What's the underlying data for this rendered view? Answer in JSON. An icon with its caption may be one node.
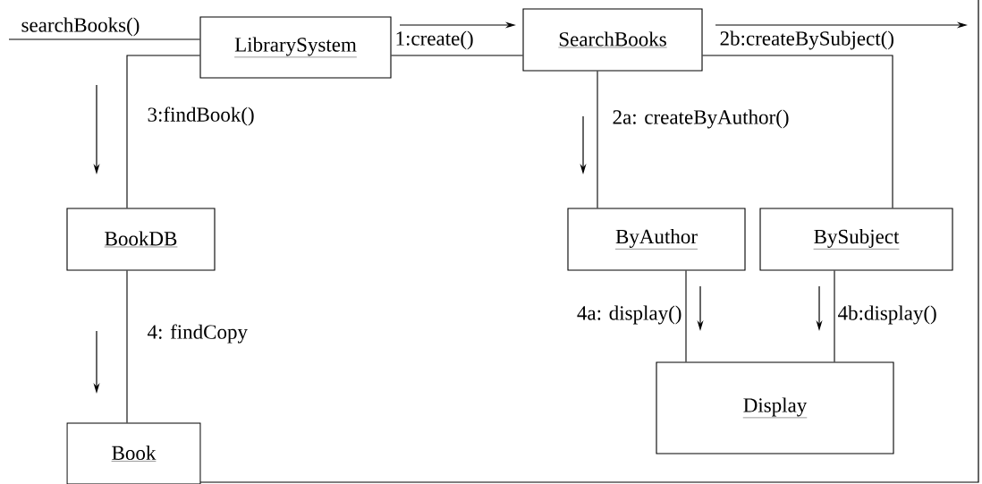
{
  "diagram": {
    "nodes": [
      {
        "text": [
          "LibrarySystem"
        ]
      },
      {
        "text": [
          "SearchBooks"
        ]
      },
      {
        "text": [
          "BookDB"
        ]
      },
      {
        "text": [
          "ByAuthor"
        ]
      },
      {
        "text": [
          "BySubject"
        ]
      },
      {
        "text": [
          "Display"
        ]
      },
      {
        "text": [
          "Book"
        ]
      }
    ],
    "edges": [
      {
        "from": null,
        "to": 0,
        "arrow": "none",
        "label": "searchBooks()"
      },
      {
        "from": 0,
        "to": 1,
        "arrow": "none",
        "label": "1:create()"
      },
      {
        "from": 0,
        "to": 2,
        "arrow": "none",
        "label": "3:findBook()"
      },
      {
        "from": 1,
        "to": 3,
        "arrow": "none",
        "label": "2a: createByAuthor()"
      },
      {
        "from": 1,
        "to": 4,
        "arrow": "none",
        "label": "2b:createBySubject()"
      },
      {
        "from": 2,
        "to": 6,
        "arrow": "none",
        "label": "4: findCopy"
      },
      {
        "from": 3,
        "to": 5,
        "arrow": "none",
        "label": "4a: display()"
      },
      {
        "from": 4,
        "to": 5,
        "arrow": "none",
        "label": "4b:display()"
      }
    ]
  }
}
